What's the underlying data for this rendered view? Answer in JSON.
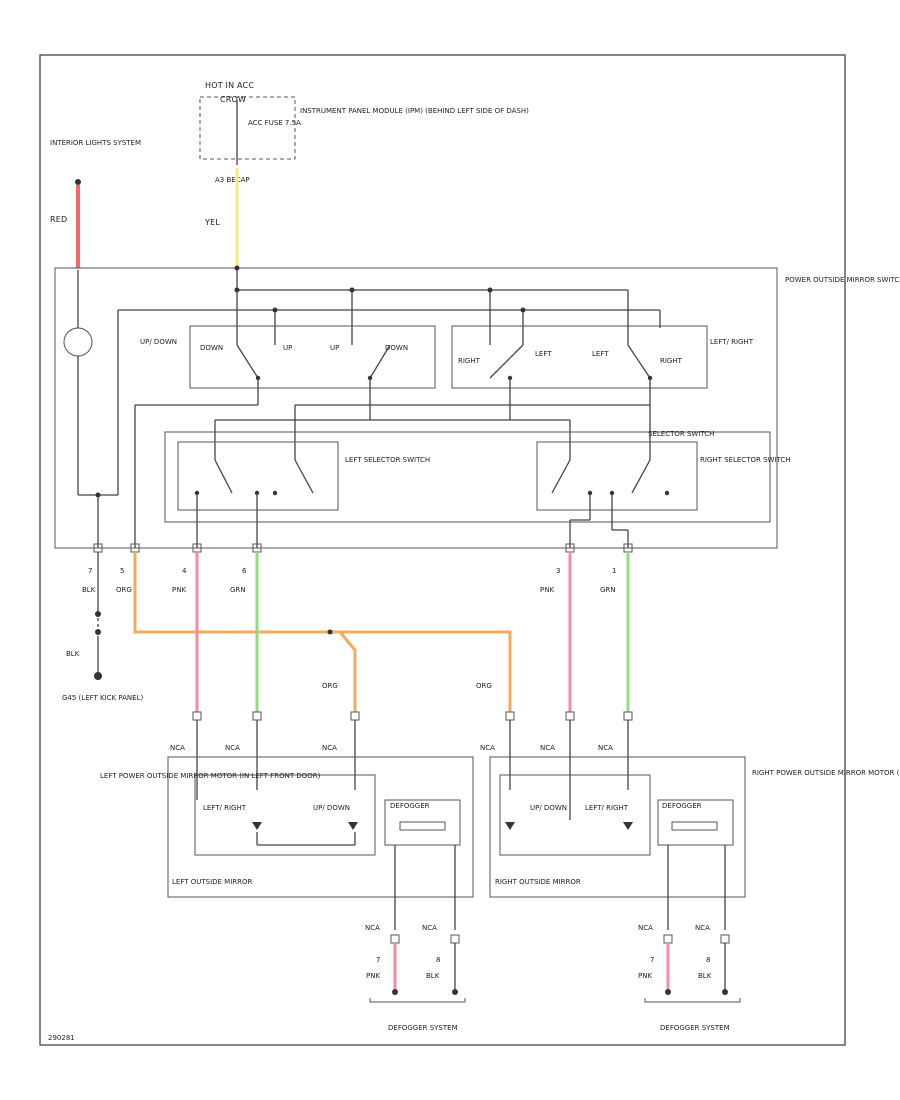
{
  "colors": {
    "red": "#f26b6b",
    "yellow": "#f2ec7a",
    "orange": "#f5a95a",
    "pink": "#f58aa0",
    "green": "#8fe07a",
    "wire": "#444444"
  },
  "labels": {
    "interior_lights": "INTERIOR LIGHTS SYSTEM",
    "hot": "HOT IN ACC",
    "crow": "CROW",
    "acc_fuse": "ACC FUSE 7.5A",
    "instrument_panel": "INSTRUMENT PANEL MODULE (IPM) (BEHIND LEFT SIDE OF DASH)",
    "conn_top": "A3 BECAP",
    "yel": "YEL",
    "red": "RED",
    "power_mirror_switch": "POWER OUTSIDE MIRROR SWITCH",
    "up_down": "UP/ DOWN",
    "down1": "DOWN",
    "up1": "UP",
    "up2": "UP",
    "down2": "DOWN",
    "right1": "RIGHT",
    "left1": "LEFT",
    "left2": "LEFT",
    "right2": "RIGHT",
    "left_right": "LEFT/ RIGHT",
    "selector_switch": "SELECTOR SWITCH",
    "left_selector": "LEFT SELECTOR SWITCH",
    "right_selector": "RIGHT SELECTOR SWITCH",
    "pin7": "7",
    "pin5": "5",
    "pin4": "4",
    "pin6": "6",
    "pin3": "3",
    "pin1": "1",
    "blk1": "BLK",
    "org1": "ORG",
    "pnk1": "PNK",
    "grn1": "GRN",
    "pnk2": "PNK",
    "grn2": "GRN",
    "blk2": "BLK",
    "ground": "G45 (LEFT KICK PANEL)",
    "org2": "ORG",
    "org3": "ORG",
    "nca1": "NCA",
    "nca2": "NCA",
    "nca3": "NCA",
    "nca4": "NCA",
    "nca5": "NCA",
    "nca6": "NCA",
    "left_mirror_desc": "LEFT POWER OUTSIDE MIRROR MOTOR (IN LEFT FRONT DOOR)",
    "right_mirror_desc": "RIGHT POWER OUTSIDE MIRROR MOTOR (IN RIGHT FRONT DOOR)",
    "left_right_m": "LEFT/ RIGHT",
    "up_down_m": "UP/ DOWN",
    "up_down_m2": "UP/ DOWN",
    "left_right_m2": "LEFT/ RIGHT",
    "defogger1": "DEFOGGER",
    "defogger2": "DEFOGGER",
    "left_outside_mirror": "LEFT OUTSIDE MIRROR",
    "right_outside_mirror": "RIGHT OUTSIDE MIRROR",
    "nca7": "NCA",
    "nca8": "NCA",
    "nca9": "NCA",
    "nca10": "NCA",
    "p7a": "7",
    "p8a": "8",
    "p7b": "7",
    "p8b": "8",
    "pnk3": "PNK",
    "blk3": "BLK",
    "pnk4": "PNK",
    "blk4": "BLK",
    "defogger_sys1": "DEFOGGER SYSTEM",
    "defogger_sys2": "DEFOGGER SYSTEM",
    "code": "290281"
  }
}
